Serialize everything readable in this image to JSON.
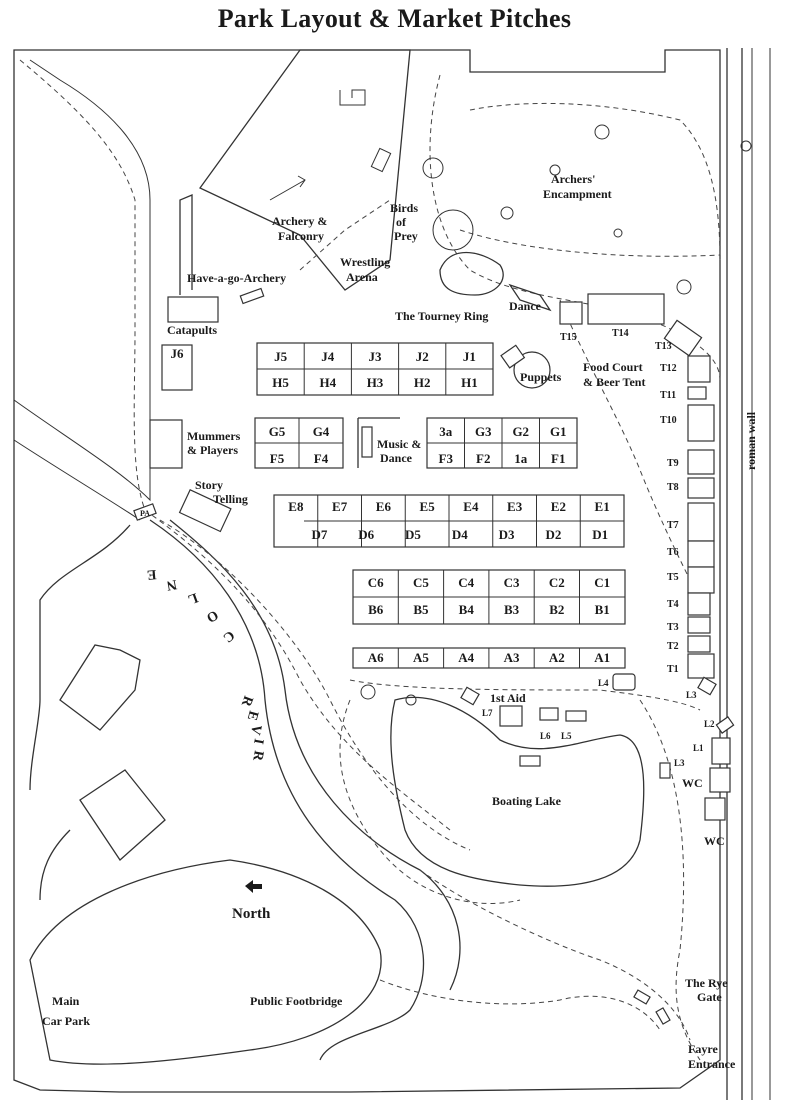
{
  "title": "Park Layout & Market Pitches",
  "pitch_rows": {
    "J": [
      "J5",
      "J4",
      "J3",
      "J2",
      "J1"
    ],
    "H": [
      "H5",
      "H4",
      "H3",
      "H2",
      "H1"
    ],
    "G_left": [
      "G5",
      "G4"
    ],
    "F_left": [
      "F5",
      "F4"
    ],
    "G_right": [
      "3a",
      "G3",
      "G2",
      "G1"
    ],
    "F_right": [
      "F3",
      "F2",
      "1a",
      "F1"
    ],
    "E": [
      "E8",
      "E7",
      "E6",
      "E5",
      "E4",
      "E3",
      "E2",
      "E1"
    ],
    "D": [
      "D7",
      "D6",
      "D5",
      "D4",
      "D3",
      "D2",
      "D1"
    ],
    "C": [
      "C6",
      "C5",
      "C4",
      "C3",
      "C2",
      "C1"
    ],
    "B": [
      "B6",
      "B5",
      "B4",
      "B3",
      "B2",
      "B1"
    ],
    "A": [
      "A6",
      "A5",
      "A4",
      "A3",
      "A2",
      "A1"
    ],
    "J6": "J6"
  },
  "trade_pitches": [
    "T15",
    "T14",
    "T13",
    "T12",
    "T11",
    "T10",
    "T9",
    "T8",
    "T7",
    "T6",
    "T5",
    "T4",
    "T3",
    "T2",
    "T1"
  ],
  "l_pitches": [
    "L1",
    "L2",
    "L3",
    "L3",
    "L4",
    "L5",
    "L6",
    "L7"
  ],
  "areas": {
    "archery_falconry": [
      "Archery &",
      "Falconry"
    ],
    "wrestling": [
      "Wrestling",
      "Arena"
    ],
    "birds_of_prey": [
      "Birds",
      "of",
      "Prey"
    ],
    "archers_encampment": [
      "Archers'",
      "Encampment"
    ],
    "have_a_go": "Have-a-go-Archery",
    "tourney": "The Tourney Ring",
    "dance": "Dance",
    "catapults": "Catapults",
    "puppets": "Puppets",
    "food_court": [
      "Food Court",
      "& Beer Tent"
    ],
    "mummers": [
      "Mummers",
      "& Players"
    ],
    "music_dance": [
      "Music &",
      "Dance"
    ],
    "story": [
      "Story",
      "Telling"
    ],
    "first_aid": "1st Aid",
    "boating_lake": "Boating Lake",
    "wc": "WC",
    "north": "North",
    "main_car_park": [
      "Main",
      "Car Park"
    ],
    "footbridge": "Public Footbridge",
    "rye_gate": [
      "The Rye",
      "Gate"
    ],
    "fayre_entrance": [
      "Fayre",
      "Entrance"
    ],
    "roman_wall": "roman wall",
    "river_colne": "RIVER COLNE",
    "pa": "PA"
  }
}
